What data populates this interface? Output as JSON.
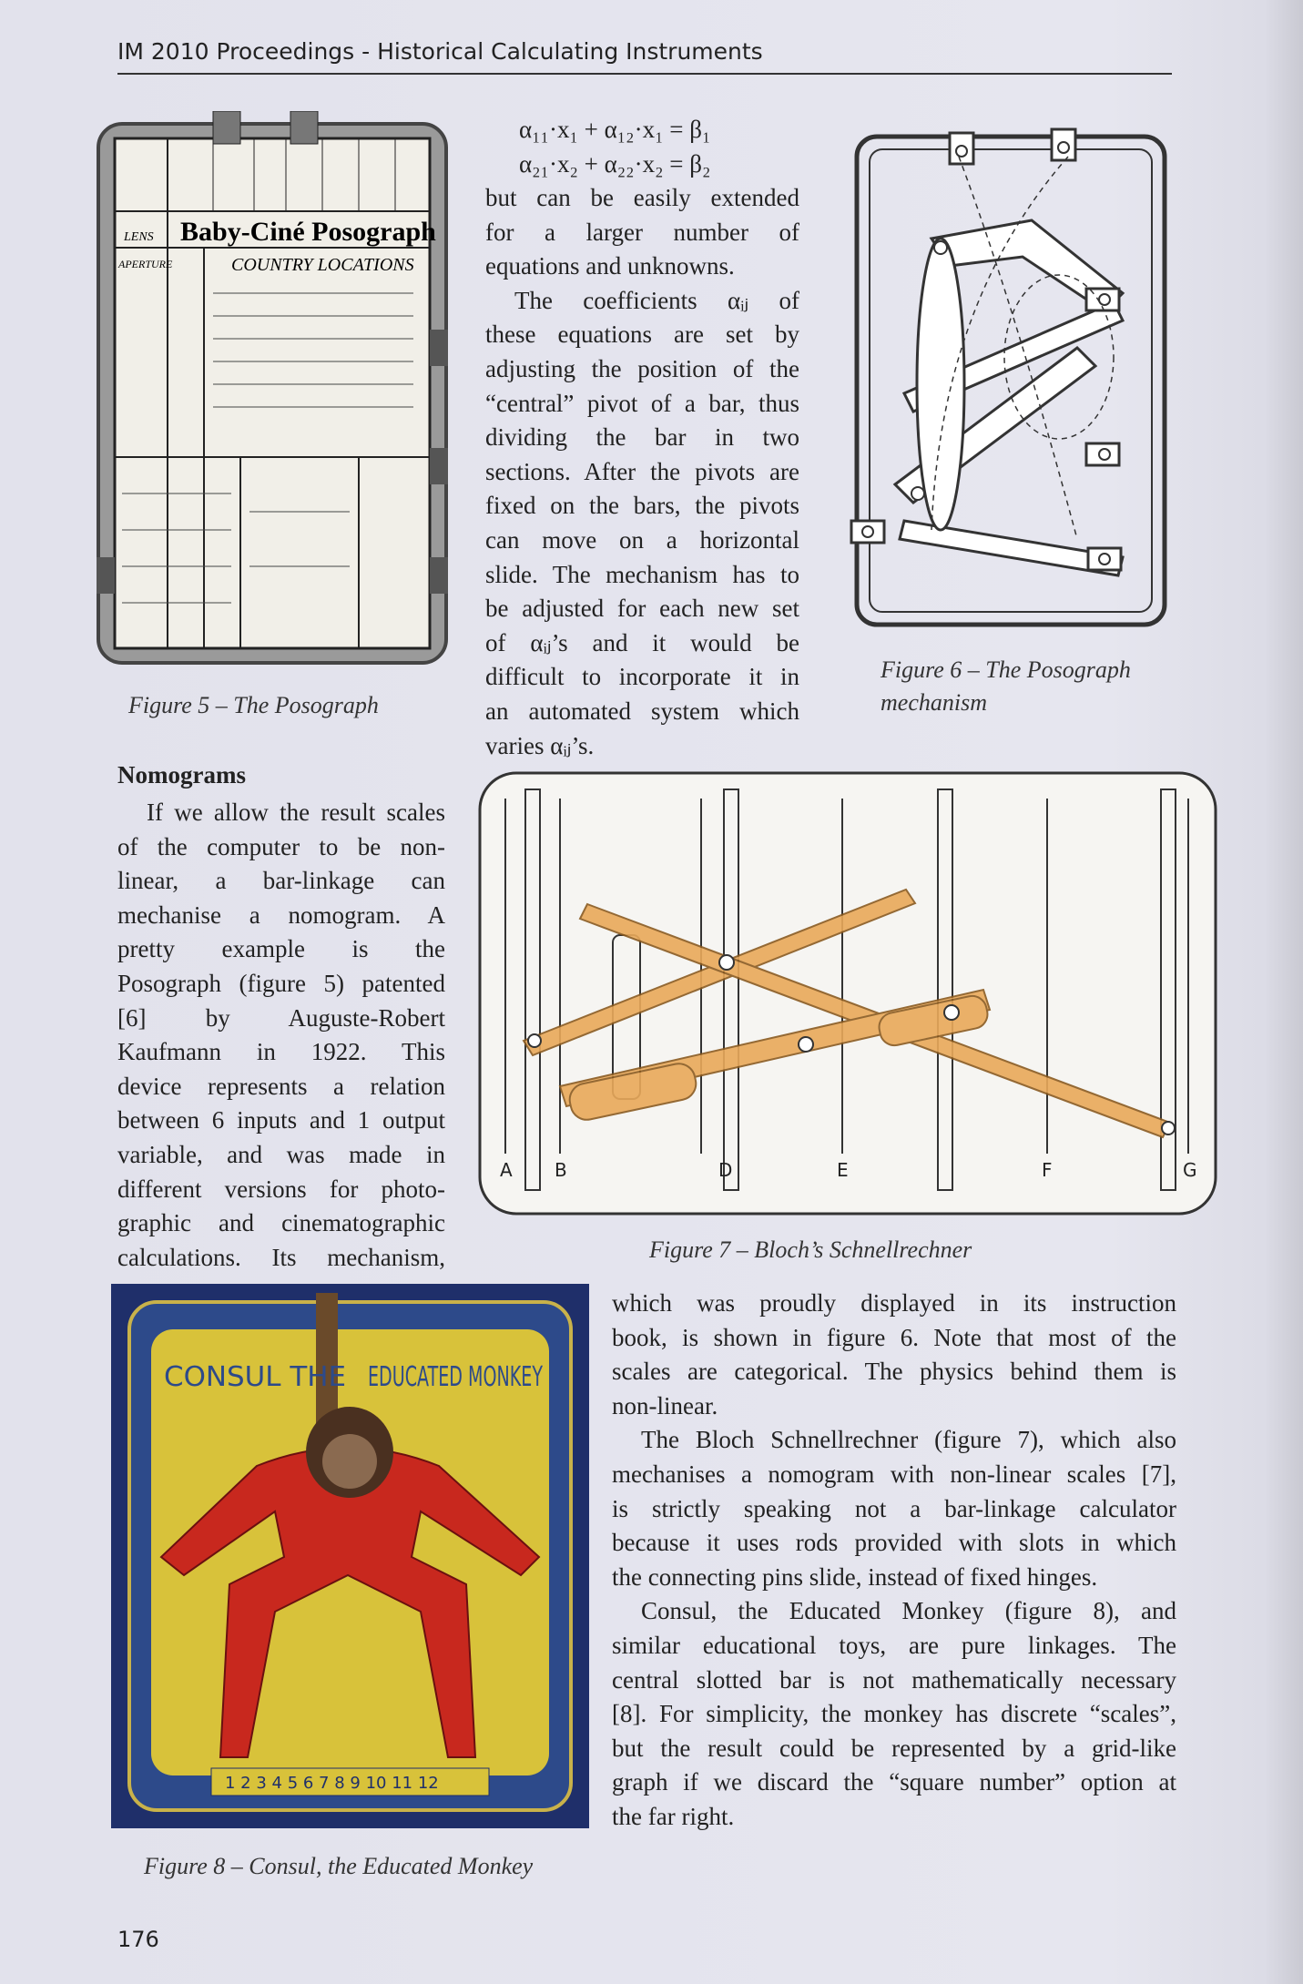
{
  "header": {
    "running_title": "IM 2010 Proceedings - Historical Calculating Instruments"
  },
  "figures": {
    "fig5": {
      "caption": "Figure 5 – The Posograph",
      "labels": {
        "brand": "Baby-Ciné Posograph",
        "subtitle": "COUNTRY LOCATIONS",
        "lens": "LENS",
        "aperture": "APERTURE"
      }
    },
    "fig6": {
      "caption_lines": [
        "Figure 6 – The Posograph",
        "mechanism"
      ]
    },
    "fig7": {
      "caption": "Figure 7 – Bloch’s Schnellrechner",
      "scale_labels": [
        "A",
        "B",
        "D",
        "E",
        "F",
        "G"
      ]
    },
    "fig8": {
      "caption": "Figure 8 – Consul, the Educated Monkey",
      "labels": {
        "title_left": "CONSUL THE",
        "title_right": "EDUCATED MONKEY",
        "bottom_numbers": "1  2  3  4  5  6  7  8  9  10  11  12"
      }
    }
  },
  "equations": [
    "α₁₁·x₁ + α₁₂·x₁ = β₁",
    "α₂₁·x₂ + α₂₂·x₂ = β₂"
  ],
  "section_heading": "Nomograms",
  "left_column": [
    [
      "If we allow the result scales",
      "of the computer to be non-",
      "linear, a bar-linkage can",
      "mechanise a nomogram. A",
      "pretty example is the",
      "Posograph (figure 5) patented",
      "[6] by Auguste-Robert",
      "Kaufmann in 1922. This",
      "device represents a relation",
      "between 6 inputs and 1 output",
      "variable, and was made in",
      "different versions for photo-",
      "graphic and cinematographic",
      "calculations. Its mechanism,"
    ]
  ],
  "middle_column": [
    [
      "but can be easily extended",
      "for a larger number of",
      "equations and unknowns."
    ],
    [
      "The coefficients αᵢⱼ of",
      "these equations are set by",
      "adjusting the position of the",
      "“central” pivot of a bar, thus",
      "dividing the bar in two",
      "sections. After the pivots are",
      "fixed on the bars, the pivots",
      "can move on a horizontal",
      "slide. The mechanism has to",
      "be adjusted for each new set",
      "of αᵢⱼ’s and it would be",
      "difficult to incorporate it in",
      "an automated system which",
      "varies αᵢⱼ’s."
    ]
  ],
  "right_column": [
    [
      "which was proudly displayed in its instruction",
      "book, is shown in figure 6. Note that most of the",
      "scales are categorical. The physics behind them is",
      "non-linear."
    ],
    [
      "The Bloch Schnellrechner (figure 7), which also",
      "mechanises a nomogram with non-linear scales [7],",
      "is strictly speaking not a bar-linkage calculator",
      "because it uses rods provided with slots in which",
      "the connecting pins slide, instead of fixed hinges."
    ],
    [
      "Consul, the Educated Monkey (figure 8), and",
      "similar educational toys, are pure linkages. The",
      "central slotted bar is not mathematically necessary",
      "[8]. For simplicity, the monkey has discrete “scales”,",
      "but the result could be represented by a grid-like",
      "graph if we discard the “square number” option at",
      "the far right."
    ]
  ],
  "page_number": "176",
  "colors": {
    "orange_bar": "#e9a95a",
    "monkey_red": "#c8281e",
    "board_yellow": "#d8c23a",
    "frame_blue": "#1f2f6a"
  }
}
